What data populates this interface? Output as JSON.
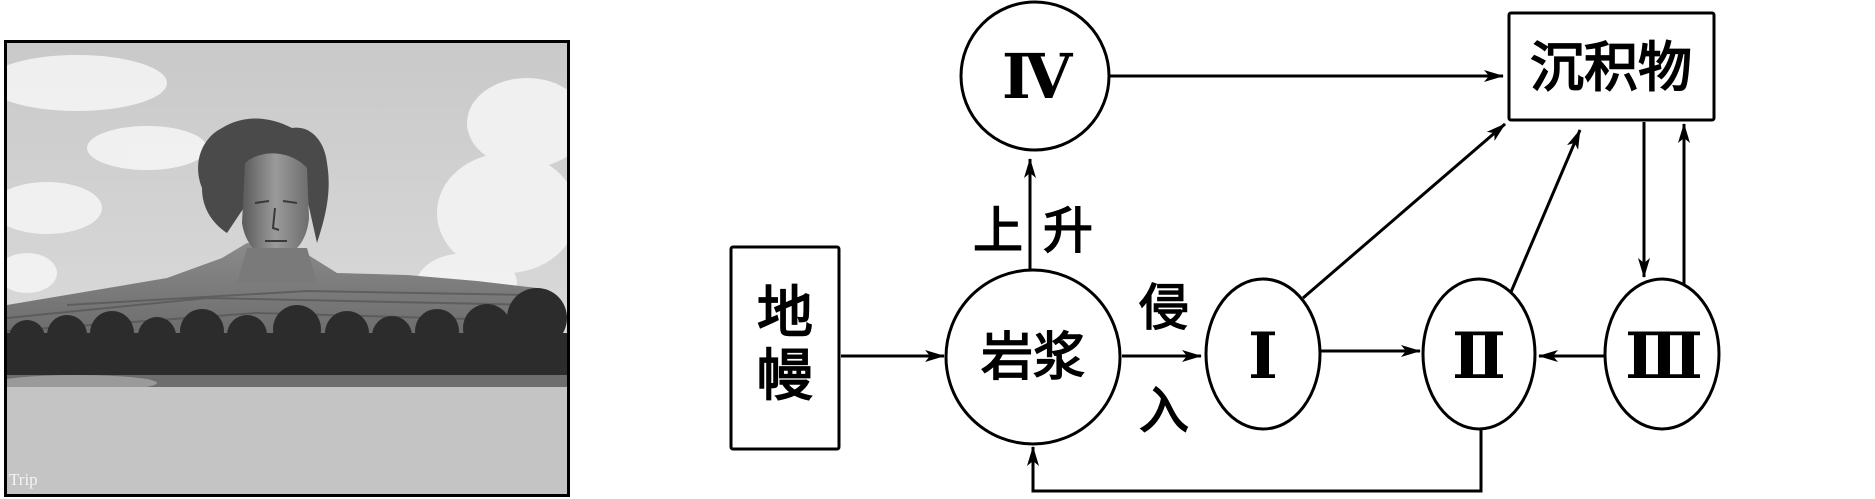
{
  "photo": {
    "subject": "Stone sculpture head of a young man with windswept hair atop a large rock base, grayscale",
    "watermark": "Trip"
  },
  "diagram": {
    "title": "Rock cycle diagram",
    "nodes": {
      "mantle": "地幔",
      "magma": "岩浆",
      "rock_i": "Ⅰ",
      "rock_ii": "Ⅱ",
      "rock_iii": "Ⅲ",
      "rock_iv": "Ⅳ",
      "sediment": "沉积物"
    },
    "labels": {
      "rise_left": "上",
      "rise_right": "升",
      "intrude_top": "侵",
      "intrude_bottom": "入"
    },
    "edges": [
      {
        "from": "mantle",
        "to": "magma"
      },
      {
        "from": "magma",
        "to": "rock_iv",
        "label": "上升"
      },
      {
        "from": "magma",
        "to": "rock_i",
        "label": "侵入"
      },
      {
        "from": "rock_iv",
        "to": "sediment"
      },
      {
        "from": "rock_i",
        "to": "sediment"
      },
      {
        "from": "rock_i",
        "to": "rock_ii"
      },
      {
        "from": "rock_ii",
        "to": "sediment"
      },
      {
        "from": "rock_iii",
        "to": "rock_ii"
      },
      {
        "from": "sediment",
        "to": "rock_iii"
      },
      {
        "from": "rock_iii",
        "to": "sediment"
      },
      {
        "from": "rock_ii",
        "to": "magma"
      }
    ]
  }
}
